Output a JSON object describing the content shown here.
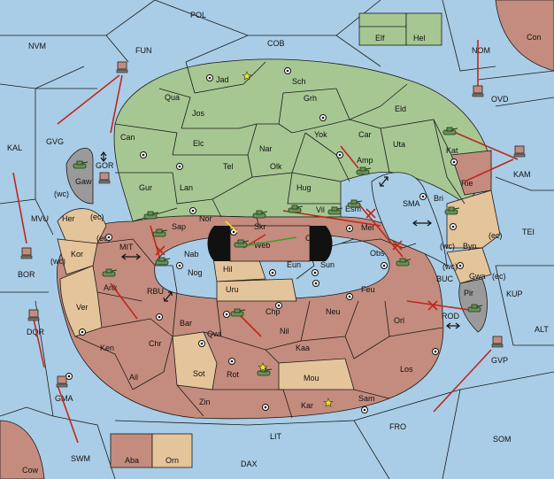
{
  "game": {
    "provinces": {
      "sea": [
        "POL",
        "NVM",
        "FUN",
        "COB",
        "Con",
        "NOM",
        "OVD",
        "KAL",
        "GVG",
        "GOR",
        "MVU",
        "BOR",
        "KAM",
        "SMA",
        "TEI",
        "KUP",
        "ALT",
        "BUC",
        "ROD",
        "GVP",
        "DQR",
        "GMA",
        "SWM",
        "LIT",
        "FRO",
        "SOM",
        "DAX",
        "Cow",
        "MIT",
        "RBU"
      ],
      "green": [
        "Jad",
        "Sch",
        "Qua",
        "Jos",
        "Grh",
        "Eld",
        "Can",
        "Elc",
        "Nar",
        "Yok",
        "Car",
        "Uta",
        "Tel",
        "Olk",
        "Amp",
        "Kat",
        "Gur",
        "Lan",
        "Hug",
        "Esm",
        "Bri",
        "Nor",
        "Skr",
        "Vil",
        "Elf",
        "Hel"
      ],
      "red": [
        "Sap",
        "Web",
        "Ost",
        "Mel",
        "Nab",
        "Eun",
        "Sun",
        "Obs",
        "Rie",
        "Ank",
        "Nog",
        "Feu",
        "Chp",
        "Neu",
        "Orl",
        "Bar",
        "Qwi",
        "Nil",
        "Ken",
        "Chr",
        "Kaa",
        "Ail",
        "Rot",
        "Los",
        "Zin",
        "Kar",
        "Sam",
        "Aba",
        "Gaw"
      ],
      "tan": [
        "Her",
        "Kor",
        "Ver",
        "Hil",
        "Uru",
        "Sot",
        "Mou",
        "Byn",
        "Gwa",
        "Orn"
      ],
      "gray": [
        "Pir"
      ]
    },
    "coast_tags": [
      "(wc)",
      "(ec)",
      "(ec)",
      "(wc)",
      "(wc)",
      "(ec)",
      "(wc)",
      "(ec)"
    ],
    "colors": {
      "sea": "#a9cde6",
      "green_power": "#a6c792",
      "red_power": "#c48c7e",
      "neutral": "#e4c49a",
      "impassable": "#9a9a9a",
      "order_arrow": "#c0261c",
      "support_line": "#3aa02a",
      "highlight": "#e8e81a"
    },
    "icons": [
      "tank-unit-icon",
      "computer-unit-icon",
      "supply-center-icon",
      "star-marker-icon",
      "cut-order-icon",
      "double-arrow-icon"
    ]
  }
}
